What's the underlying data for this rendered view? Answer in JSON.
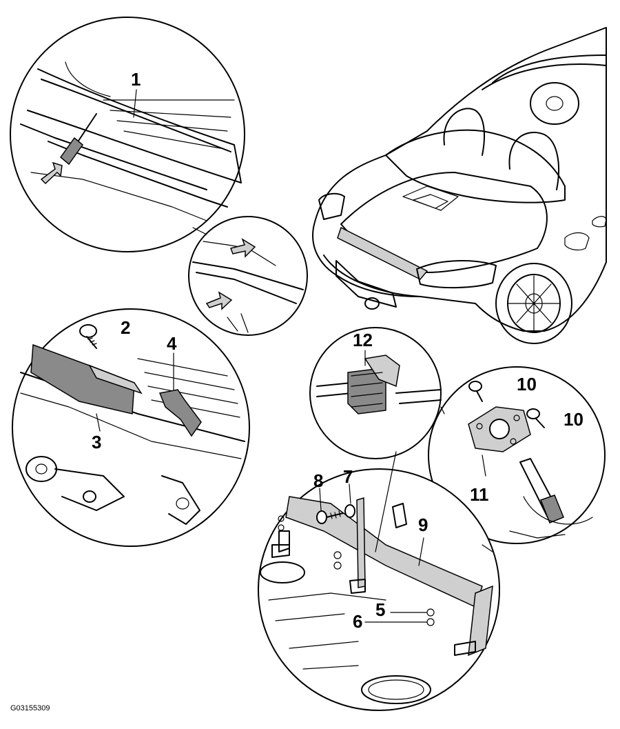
{
  "figure_id": "G03155309",
  "callouts": [
    "1",
    "2",
    "3",
    "4",
    "5",
    "6",
    "7",
    "8",
    "9",
    "10",
    "10",
    "11",
    "12"
  ],
  "colors": {
    "line": "#000000",
    "highlight": "#c8c8c8",
    "dark_part": "#8a8a8a",
    "background": "#ffffff"
  }
}
